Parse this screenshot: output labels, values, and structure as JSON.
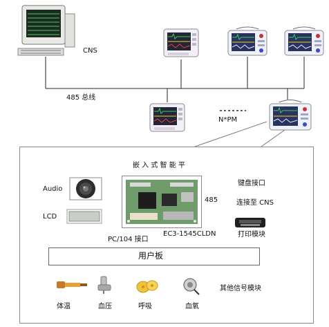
{
  "network": {
    "cns_label": "CNS",
    "bus_label": "485 总线",
    "nodes_label": "N*PM"
  },
  "module": {
    "title": "嵌 入 式 智 能 平",
    "audio_label": "Audio",
    "lcd_label": "LCD",
    "keyboard_label": "键盘接口",
    "rs485_label": "485",
    "cns_link_label": "连接至 CNS",
    "board_model": "EC3-1545CLDN",
    "print_label": "打印模块",
    "pc104_label": "PC/104 接口",
    "user_board_label": "用户板"
  },
  "sensors": [
    {
      "label": "体温",
      "icon": "temperature-probe-icon"
    },
    {
      "label": "血压",
      "icon": "blood-pressure-sensor-icon"
    },
    {
      "label": "呼吸",
      "icon": "respiration-sensor-icon"
    },
    {
      "label": "血氧",
      "icon": "spo2-sensor-icon"
    },
    {
      "label": "其他信号模块",
      "icon": "other-signal-module-icon"
    }
  ],
  "colors": {
    "line": "#222222",
    "frame": "#8a8a8a",
    "monitor_body": "#f4f4f8",
    "monitor_screen": "#24283a",
    "trace_green": "#36d05a",
    "trace_yellow": "#f2d232",
    "trace_red": "#ee4040"
  }
}
